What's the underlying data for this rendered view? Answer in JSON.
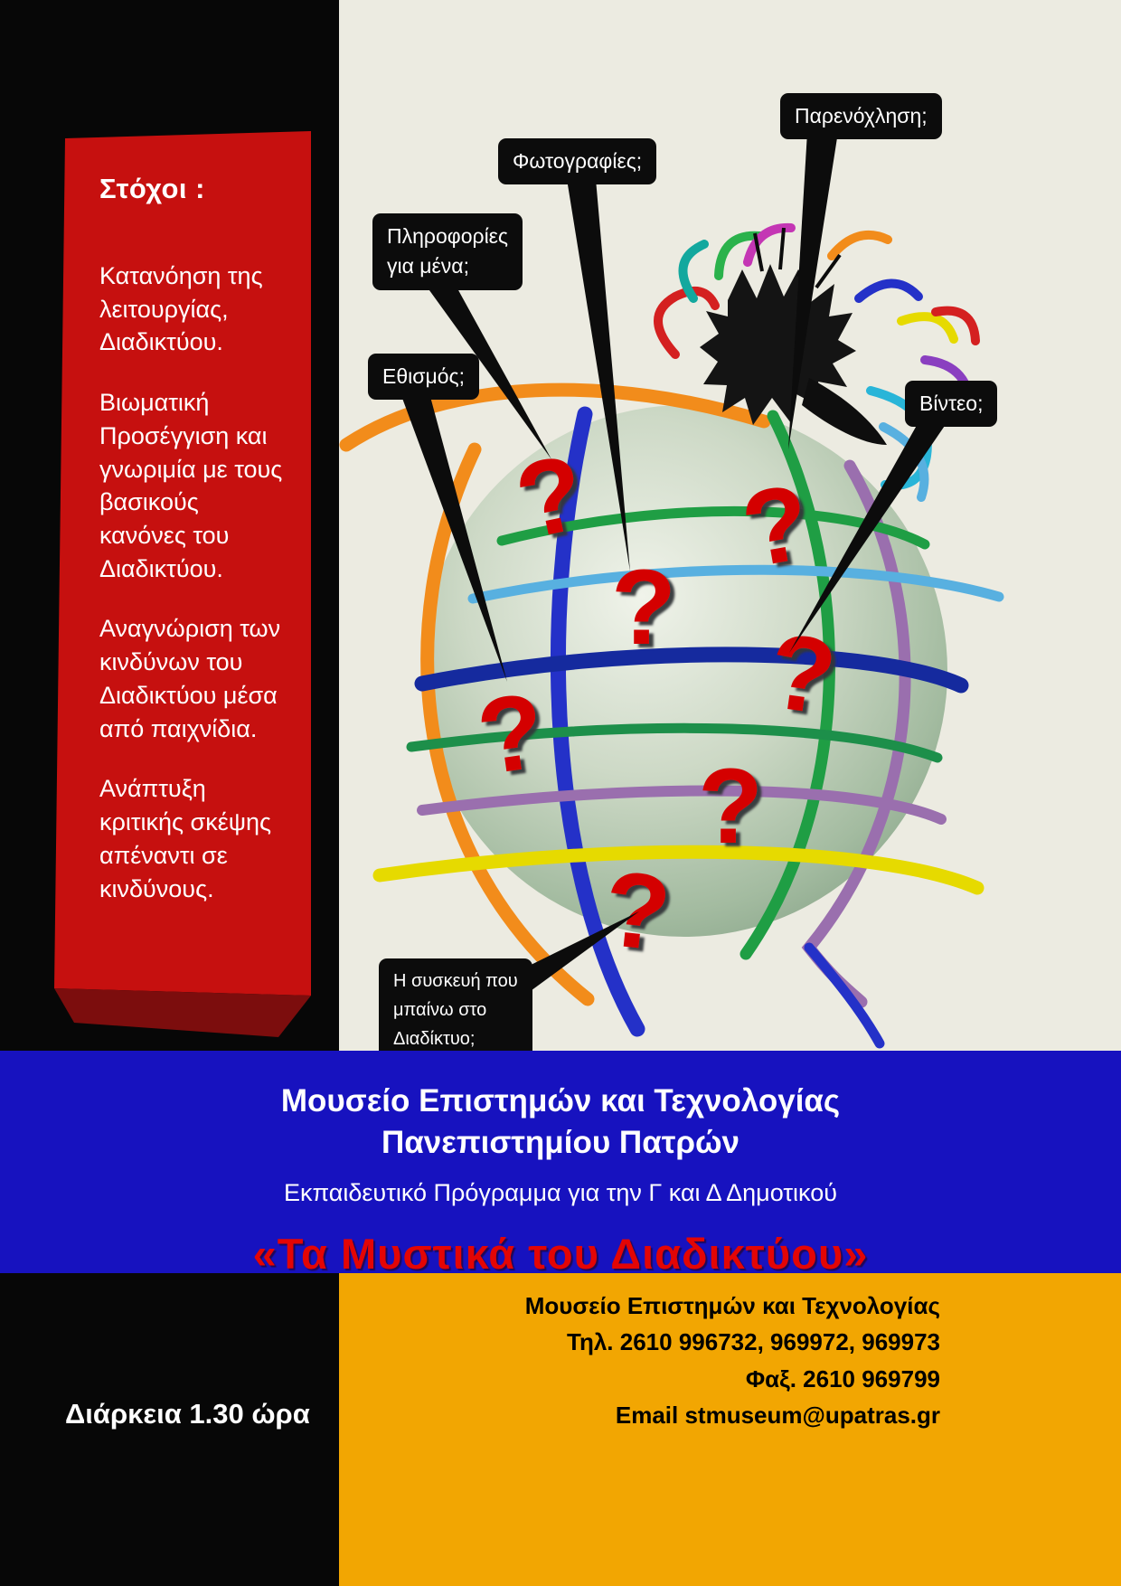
{
  "objectives": {
    "title": "Στόχοι :",
    "items": [
      "Κατανόηση της λειτουργίας, Διαδικτύου.",
      "Βιωματική Προσέγγιση και γνωριμία με τους βασικούς κανόνες του Διαδικτύου.",
      "Αναγνώριση των  κινδύνων του Διαδικτύου μέσα από παιχνίδια.",
      "Ανάπτυξη κριτικής σκέψης απέναντι σε κινδύνους."
    ]
  },
  "callouts": {
    "addiction": "Εθισμός;",
    "personal_info": "Πληροφορίες\nγια μένα;",
    "photos": "Φωτογραφίες;",
    "harassment": "Παρενόχληση;",
    "video": "Βίντεο;",
    "device": "Η συσκευή που\nμπαίνω  στο\nΔιαδίκτυο;"
  },
  "globe": {
    "question_mark": "?"
  },
  "institution": {
    "name_line1": "Μουσείο  Επιστημών και Τεχνολογίας",
    "name_line2": "Πανεπιστημίου Πατρών",
    "program": "Εκπαιδευτικό Πρόγραμμα για την Γ και Δ Δημοτικού",
    "program_title": "«Τα Μυστικά του Διαδικτύου»"
  },
  "footer": {
    "duration": "Διάρκεια  1.30 ώρα",
    "contact_name": "Μουσείο Επιστημών και Τεχνολογίας",
    "phone": "Τηλ. 2610 996732, 969972, 969973",
    "fax": "Φαξ. 2610 969799",
    "email": "Email stmuseum@upatras.gr"
  },
  "colors": {
    "banner_red": "#c6100f",
    "banner_red_dark": "#7c0d0d",
    "band_blue": "#1712bf",
    "title_red": "#e30505",
    "footer_orange": "#f2a602",
    "question_red": "#d40404",
    "background_cream": "#ecebe1"
  }
}
